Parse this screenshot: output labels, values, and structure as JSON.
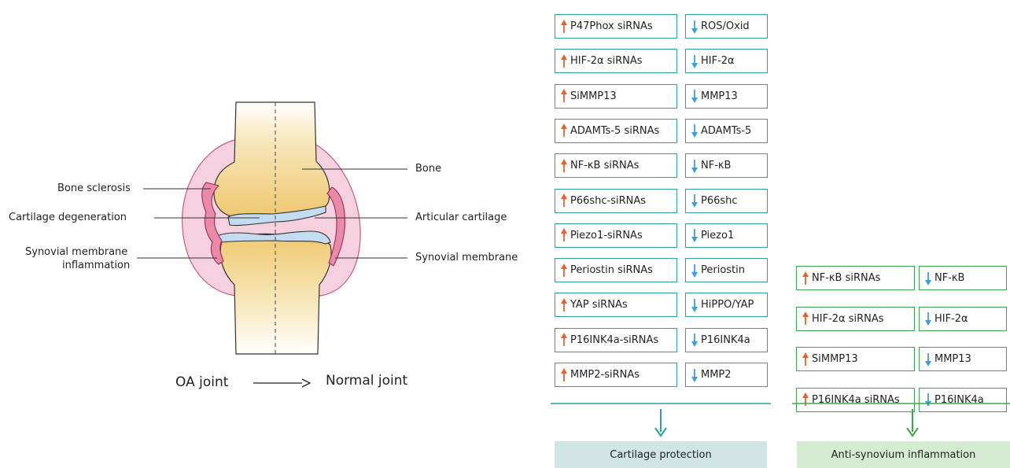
{
  "joint": {
    "left_labels": {
      "bone_sclerosis": "Bone sclerosis",
      "cartilage_degeneration": "Cartilage degeneration",
      "synovial_inflammation_1": "Synovial membrane",
      "synovial_inflammation_2": "inflammation"
    },
    "right_labels": {
      "bone": "Bone",
      "articular_cartilage": "Articular cartilage",
      "synovial_membrane": "Synovial membrane"
    },
    "caption_left": "OA joint",
    "caption_right": "Normal joint"
  },
  "cartilage_panel": {
    "up": [
      "P47Phox siRNAs",
      "HIF-2α siRNAs",
      "SiMMP13",
      "ADAMTs-5 siRNAs",
      "NF-κB siRNAs",
      "P66shc-siRNAs",
      "Piezo1-siRNAs",
      "Periostin siRNAs",
      "YAP siRNAs",
      "P16INK4a-siRNAs",
      "MMP2-siRNAs"
    ],
    "down": [
      "ROS/Oxid",
      "HIF-2α",
      "MMP13",
      "ADAMTs-5",
      "NF-κB",
      "P66shc",
      "Piezo1",
      "Periostin",
      "HiPPO/YAP",
      "P16INK4a",
      "MMP2"
    ],
    "outcome": "Cartilage protection",
    "color": "#2aa39a",
    "fill": "#cfe6e4"
  },
  "synovium_panel": {
    "up": [
      "NF-κB siRNAs",
      "HIF-2α siRNAs",
      "SiMMP13",
      "P16INK4a siRNAs"
    ],
    "down": [
      "NF-κB",
      "HIF-2α",
      "MMP13",
      "P16INK4a"
    ],
    "outcome": "Anti-synovium inflammation",
    "color": "#3aa84a",
    "fill": "#d4ecd0"
  },
  "colors": {
    "up_arrow": "#e8622c",
    "down_arrow": "#3aa0dc",
    "bone": "#f2d183",
    "cartilage": "#c4dcef",
    "synovium": "#f3c6d6",
    "inflamed": "#e88aa6"
  }
}
